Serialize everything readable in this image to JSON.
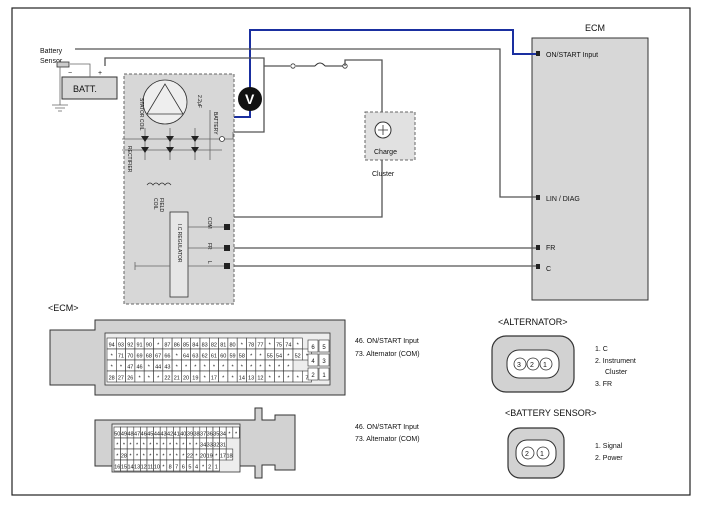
{
  "diagram": {
    "ecm_box": {
      "title": "ECM",
      "pins": [
        "ON/START Input",
        "LIN / DIAG",
        "FR",
        "C"
      ]
    },
    "battery_sensor": {
      "label_line1": "Battery",
      "label_line2": "Sensor"
    },
    "battery": {
      "label": "BATT."
    },
    "voltmeter": {
      "symbol": "V"
    },
    "cluster": {
      "lamp_label": "Charge",
      "name": "Cluster"
    },
    "alternator_internal": {
      "stator_coil": "STATOR COIL",
      "rectifier": "RECTIFIER",
      "capacitor": "2.2μF",
      "field_coil_line1": "FIELD",
      "field_coil_line2": "COIL",
      "regulator": "I.C REGULATOR",
      "terminal_battery": "BATTERY",
      "terminal_com": "COM",
      "terminal_fr": "FR",
      "terminal_l": "L"
    },
    "connectors": {
      "ecm_title": "<ECM>",
      "ecm_top": {
        "row1": [
          "94",
          "93",
          "92",
          "91",
          "90",
          "*",
          "87",
          "86",
          "85",
          "84",
          "83",
          "82",
          "81",
          "80",
          "*",
          "78",
          "77",
          "*",
          "75",
          "74",
          "*"
        ],
        "row2": [
          "*",
          "71",
          "70",
          "69",
          "68",
          "67",
          "66",
          "*",
          "64",
          "63",
          "62",
          "61",
          "60",
          "59",
          "58",
          "*",
          "*",
          "55",
          "54",
          "*",
          "52",
          "*"
        ],
        "row3": [
          "*",
          "*",
          "47",
          "46",
          "*",
          "44",
          "43",
          "*",
          "*",
          "*",
          "*",
          "*",
          "*",
          "*",
          "*",
          "*",
          "*",
          "*",
          "*",
          "*"
        ],
        "row4": [
          "28",
          "27",
          "26",
          "*",
          "*",
          "*",
          "22",
          "21",
          "20",
          "19",
          "*",
          "17",
          "*",
          "*",
          "14",
          "13",
          "12",
          "*",
          "*",
          "*",
          "*",
          "7"
        ],
        "side": [
          "6",
          "5",
          "4",
          "3",
          "2",
          "1"
        ],
        "note1": "46. ON/START Input",
        "note2": "73. Alternator (COM)"
      },
      "ecm_bottom": {
        "row1": [
          "50",
          "49",
          "48",
          "47",
          "46",
          "45",
          "44",
          "43",
          "42",
          "41",
          "40",
          "39",
          "38",
          "37",
          "36",
          "35",
          "34",
          "*",
          "*"
        ],
        "row2": [
          "*",
          "*",
          "*",
          "*",
          "*",
          "*",
          "*",
          "*",
          "*",
          "*",
          "*",
          "*",
          "*",
          "34",
          "33",
          "32",
          "31"
        ],
        "row3": [
          "*",
          "28",
          "*",
          "*",
          "*",
          "*",
          "*",
          "*",
          "*",
          "*",
          "*",
          "22",
          "*",
          "20",
          "19",
          "*",
          "17",
          "18"
        ],
        "row4": [
          "16",
          "15",
          "14",
          "13",
          "12",
          "11",
          "10",
          "*",
          "8",
          "7",
          "6",
          "5",
          "4",
          "*",
          "2",
          "1"
        ],
        "note1": "46. ON/START Input",
        "note2": "73. Alternator (COM)"
      },
      "alternator": {
        "title": "<ALTERNATOR>",
        "pins": [
          "3",
          "2",
          "1"
        ],
        "legend": [
          "1. C",
          "2. Instrument",
          "Cluster",
          "3. FR"
        ]
      },
      "battery_sensor": {
        "title": "<BATTERY SENSOR>",
        "pins": [
          "2",
          "1"
        ],
        "legend": [
          "1. Signal",
          "2. Power"
        ]
      }
    },
    "colors": {
      "wire": "#555555",
      "on_start_wire": "#1a2fa0",
      "module_fill": "#d7d7d7",
      "connector_fill": "#d2d2d2"
    }
  }
}
